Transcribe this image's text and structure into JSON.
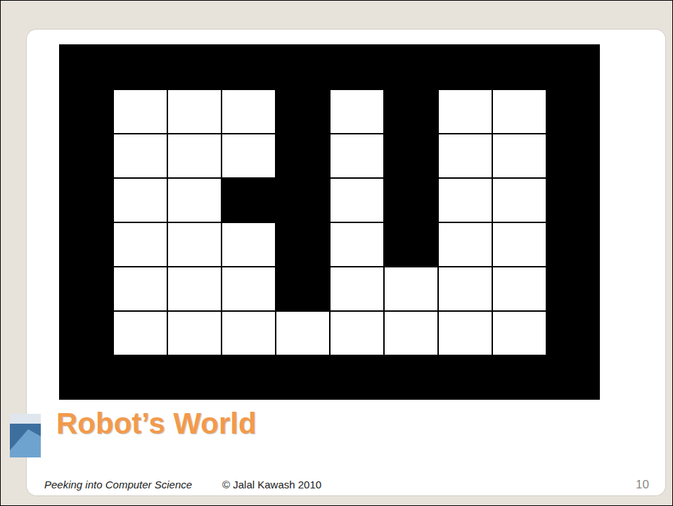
{
  "diagram": {
    "title": "Robot’s World",
    "labels": [
      "Peeking into Computer Science",
      "© Jalal Kawash 2010",
      "10"
    ]
  }
}
